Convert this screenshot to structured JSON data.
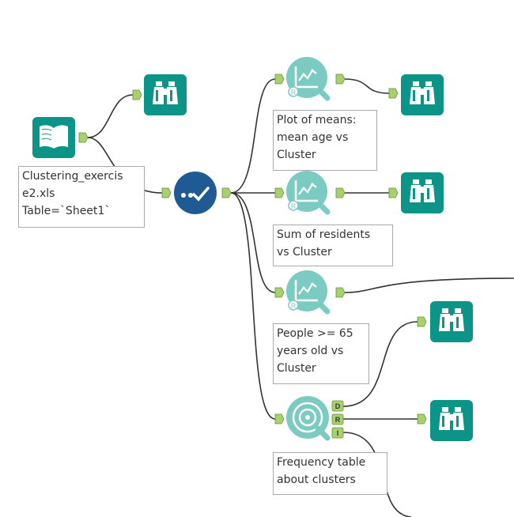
{
  "colors": {
    "teal": "#0d9488",
    "teal_light": "#6fbfb6",
    "blue_tool": "#1f5a95",
    "anchor_green": "#a6d16e",
    "wire": "#333333",
    "label_border": "#a9a9a9"
  },
  "tools": [
    {
      "name": "input-tool",
      "icon": "book-icon",
      "label": "Clustering_exercis\ne2.xls\nTable=`Sheet1`"
    },
    {
      "name": "browse-tool-input",
      "icon": "binoculars-icon"
    },
    {
      "name": "select-tool",
      "icon": "checkmark-icon"
    },
    {
      "name": "plot-means-tool",
      "icon": "r-chart-icon",
      "label": "Plot of means:\nmean age vs\nCluster"
    },
    {
      "name": "browse-tool-1",
      "icon": "binoculars-icon"
    },
    {
      "name": "sum-residents-tool",
      "icon": "r-chart-icon",
      "label": "Sum of residents\nvs Cluster"
    },
    {
      "name": "browse-tool-2",
      "icon": "binoculars-icon"
    },
    {
      "name": "people-65-tool",
      "icon": "r-chart-icon",
      "label": "People >= 65\nyears old vs\nCluster"
    },
    {
      "name": "browse-tool-3",
      "icon": "binoculars-icon"
    },
    {
      "name": "frequency-table-tool",
      "icon": "frequency-icon",
      "label": "Frequency table\nabout clusters",
      "anchors": [
        "D",
        "R",
        "I"
      ]
    },
    {
      "name": "browse-tool-4",
      "icon": "binoculars-icon"
    }
  ]
}
